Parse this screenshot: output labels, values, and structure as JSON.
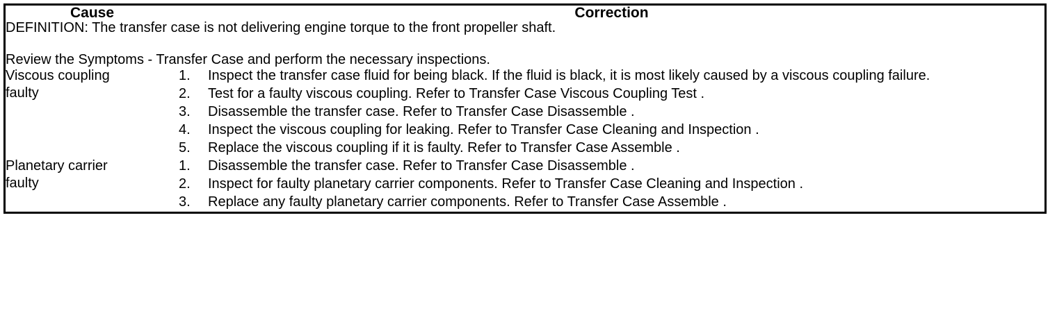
{
  "table": {
    "headers": {
      "cause": "Cause",
      "correction": "Correction"
    },
    "definition": {
      "line1": "DEFINITION: The transfer case is not delivering engine torque to the front propeller shaft.",
      "line2": "Review the Symptoms - Transfer Case and perform the necessary inspections."
    },
    "rows": [
      {
        "cause": "Viscous coupling\nfaulty",
        "steps": [
          {
            "num": "1.",
            "text": "Inspect the transfer case fluid for being black. If the fluid is black, it is most likely caused by a viscous coupling failure."
          },
          {
            "num": "2.",
            "text": "Test for a faulty viscous coupling. Refer to Transfer Case Viscous Coupling Test ."
          },
          {
            "num": "3.",
            "text": "Disassemble the transfer case. Refer to Transfer Case Disassemble ."
          },
          {
            "num": "4.",
            "text": "Inspect the viscous coupling for leaking. Refer to Transfer Case Cleaning and Inspection ."
          },
          {
            "num": "5.",
            "text": "Replace the viscous coupling if it is faulty. Refer to Transfer Case Assemble ."
          }
        ]
      },
      {
        "cause": "Planetary carrier\nfaulty",
        "steps": [
          {
            "num": "1.",
            "text": "Disassemble the transfer case. Refer to Transfer Case Disassemble ."
          },
          {
            "num": "2.",
            "text": "Inspect for faulty planetary carrier components. Refer to Transfer Case Cleaning and Inspection ."
          },
          {
            "num": "3.",
            "text": "Replace any faulty planetary carrier components. Refer to Transfer Case Assemble ."
          }
        ]
      }
    ],
    "colors": {
      "border": "#000000",
      "text": "#000000",
      "background": "#ffffff"
    }
  }
}
